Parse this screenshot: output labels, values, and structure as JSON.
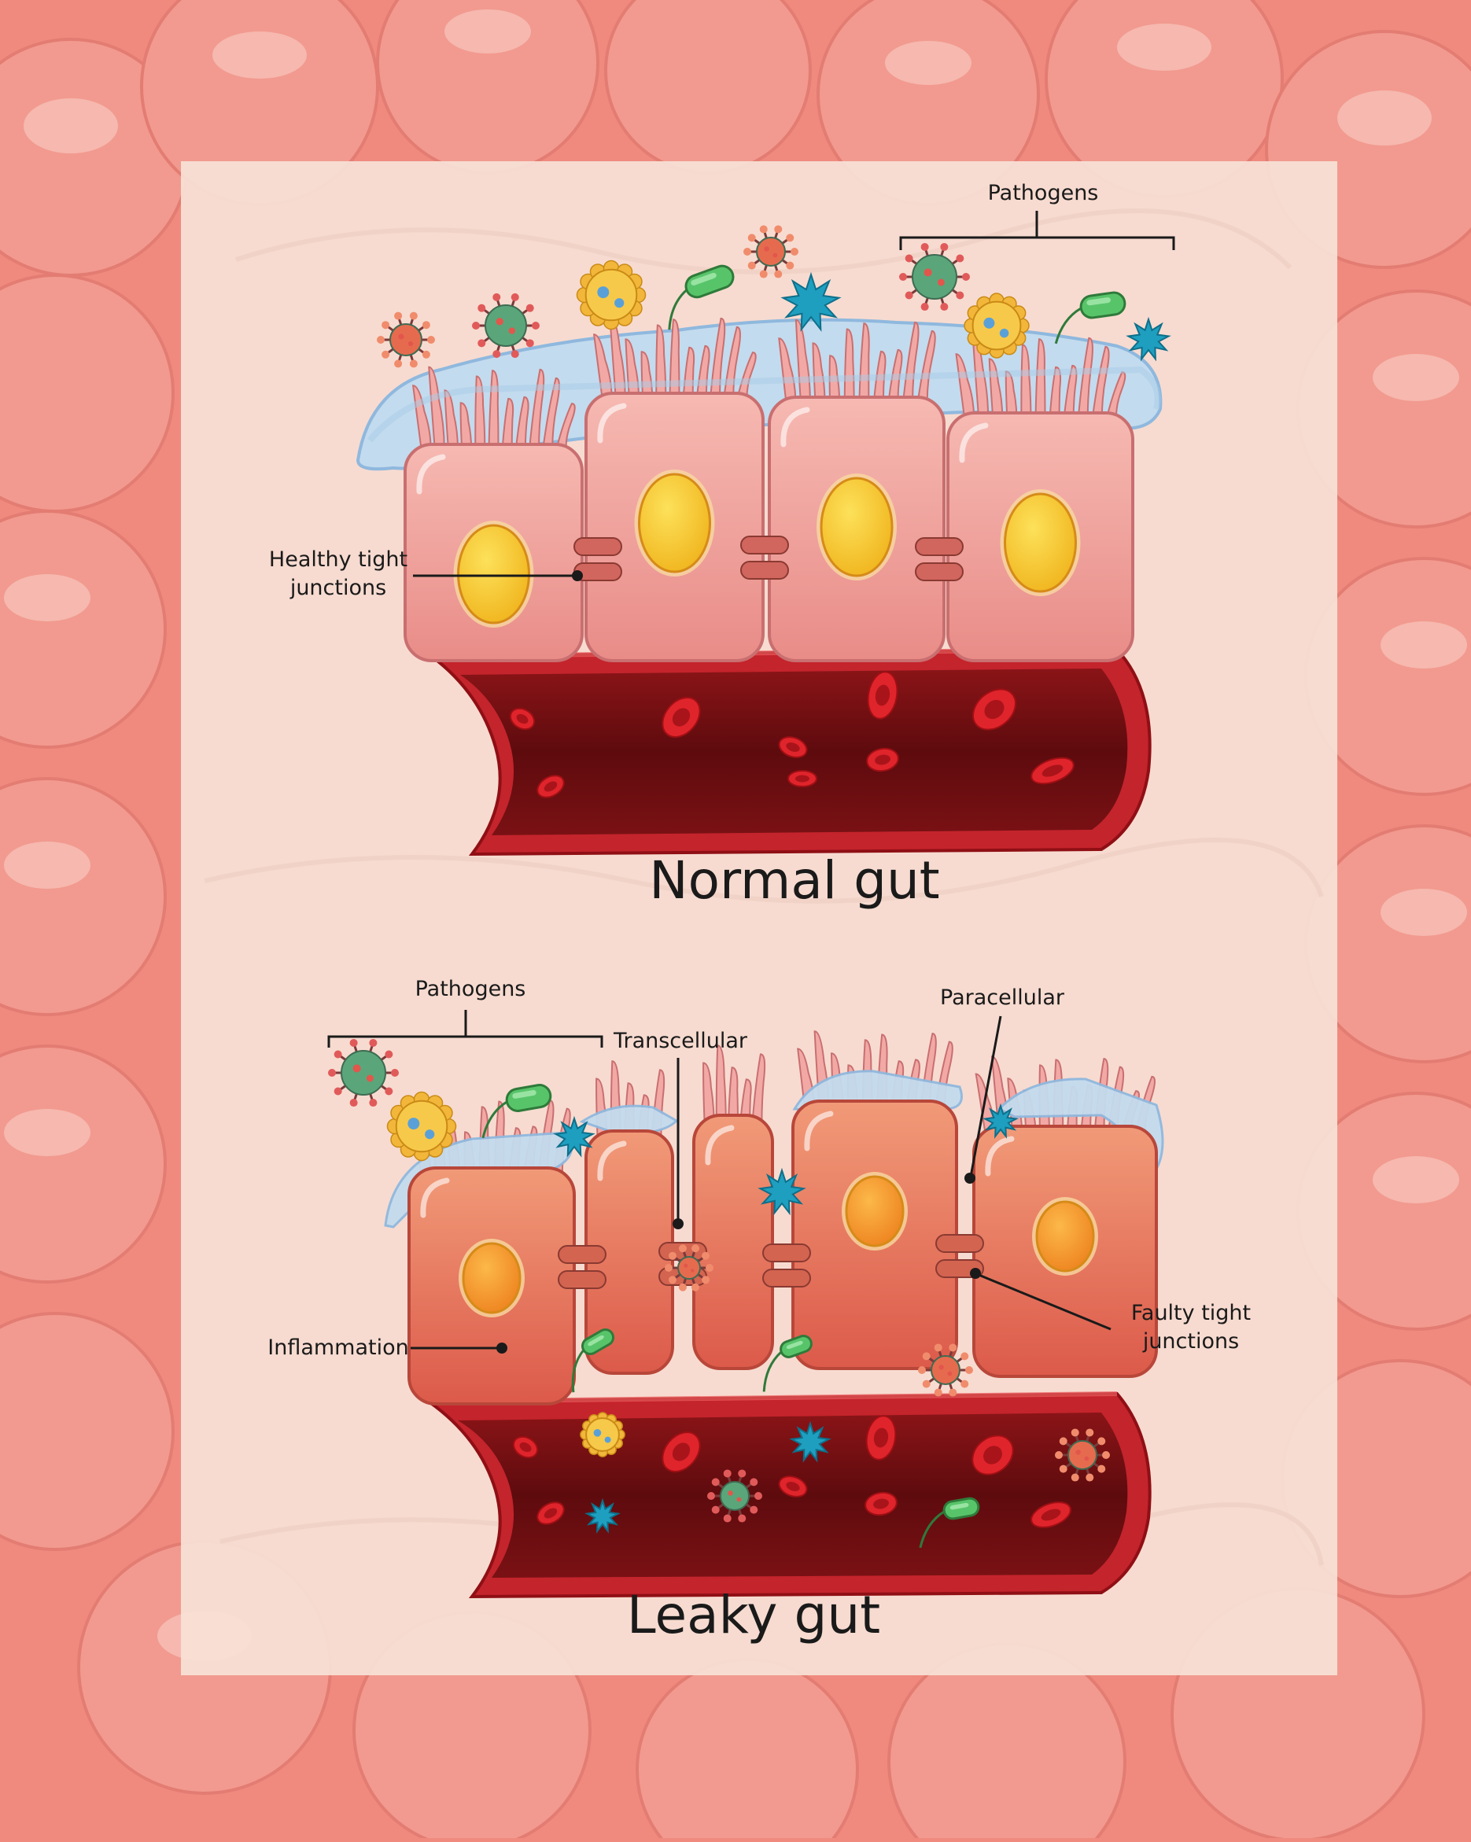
{
  "normal_gut": {
    "title": "Normal gut",
    "labels": {
      "pathogens": "Pathogens",
      "healthy_tight_junctions_line1": "Healthy tight",
      "healthy_tight_junctions_line2": "junctions"
    }
  },
  "leaky_gut": {
    "title": "Leaky gut",
    "labels": {
      "pathogens": "Pathogens",
      "transcellular": "Transcellular",
      "paracellular": "Paracellular",
      "inflammation": "Inflammation",
      "faulty_tight_junctions_line1": "Faulty tight",
      "faulty_tight_junctions_line2": "junctions"
    }
  },
  "colors": {
    "intestine": "#f08a7f",
    "intestine_highlight": "#f7b3aa",
    "panel": "#f8e1d6",
    "healthy_cell": "#f0a8a2",
    "inflamed_cell": "#ec8562",
    "nucleus_healthy": "#f5c82a",
    "nucleus_inflamed": "#f39a2a",
    "mucus": "#b9d4ea",
    "vessel_outer": "#c4242c",
    "vessel_inner": "#6e0f12",
    "blood_cell": "#d81e26"
  }
}
